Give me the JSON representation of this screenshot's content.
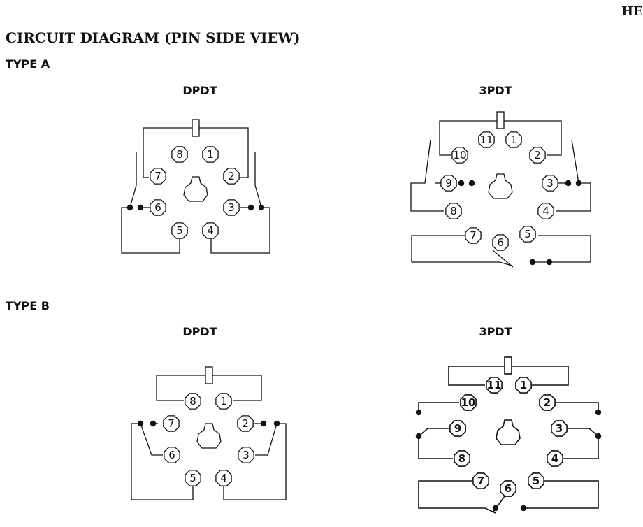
{
  "header": {
    "corner_code": "HE",
    "title": "CIRCUIT DIAGRAM (PIN SIDE VIEW)"
  },
  "sections": {
    "type_a": {
      "label": "TYPE A",
      "left_label": "DPDT",
      "right_label": "3PDT",
      "dpdt_pins": [
        "1",
        "2",
        "3",
        "4",
        "5",
        "6",
        "7",
        "8"
      ],
      "pdt3_pins": [
        "1",
        "2",
        "3",
        "4",
        "5",
        "6",
        "7",
        "8",
        "9",
        "10",
        "11"
      ]
    },
    "type_b": {
      "label": "TYPE B",
      "left_label": "DPDT",
      "right_label": "3PDT",
      "dpdt_pins": [
        "1",
        "2",
        "3",
        "4",
        "5",
        "6",
        "7",
        "8"
      ],
      "pdt3_pins": [
        "1",
        "2",
        "3",
        "4",
        "5",
        "6",
        "7",
        "8",
        "9",
        "10",
        "11"
      ]
    }
  }
}
